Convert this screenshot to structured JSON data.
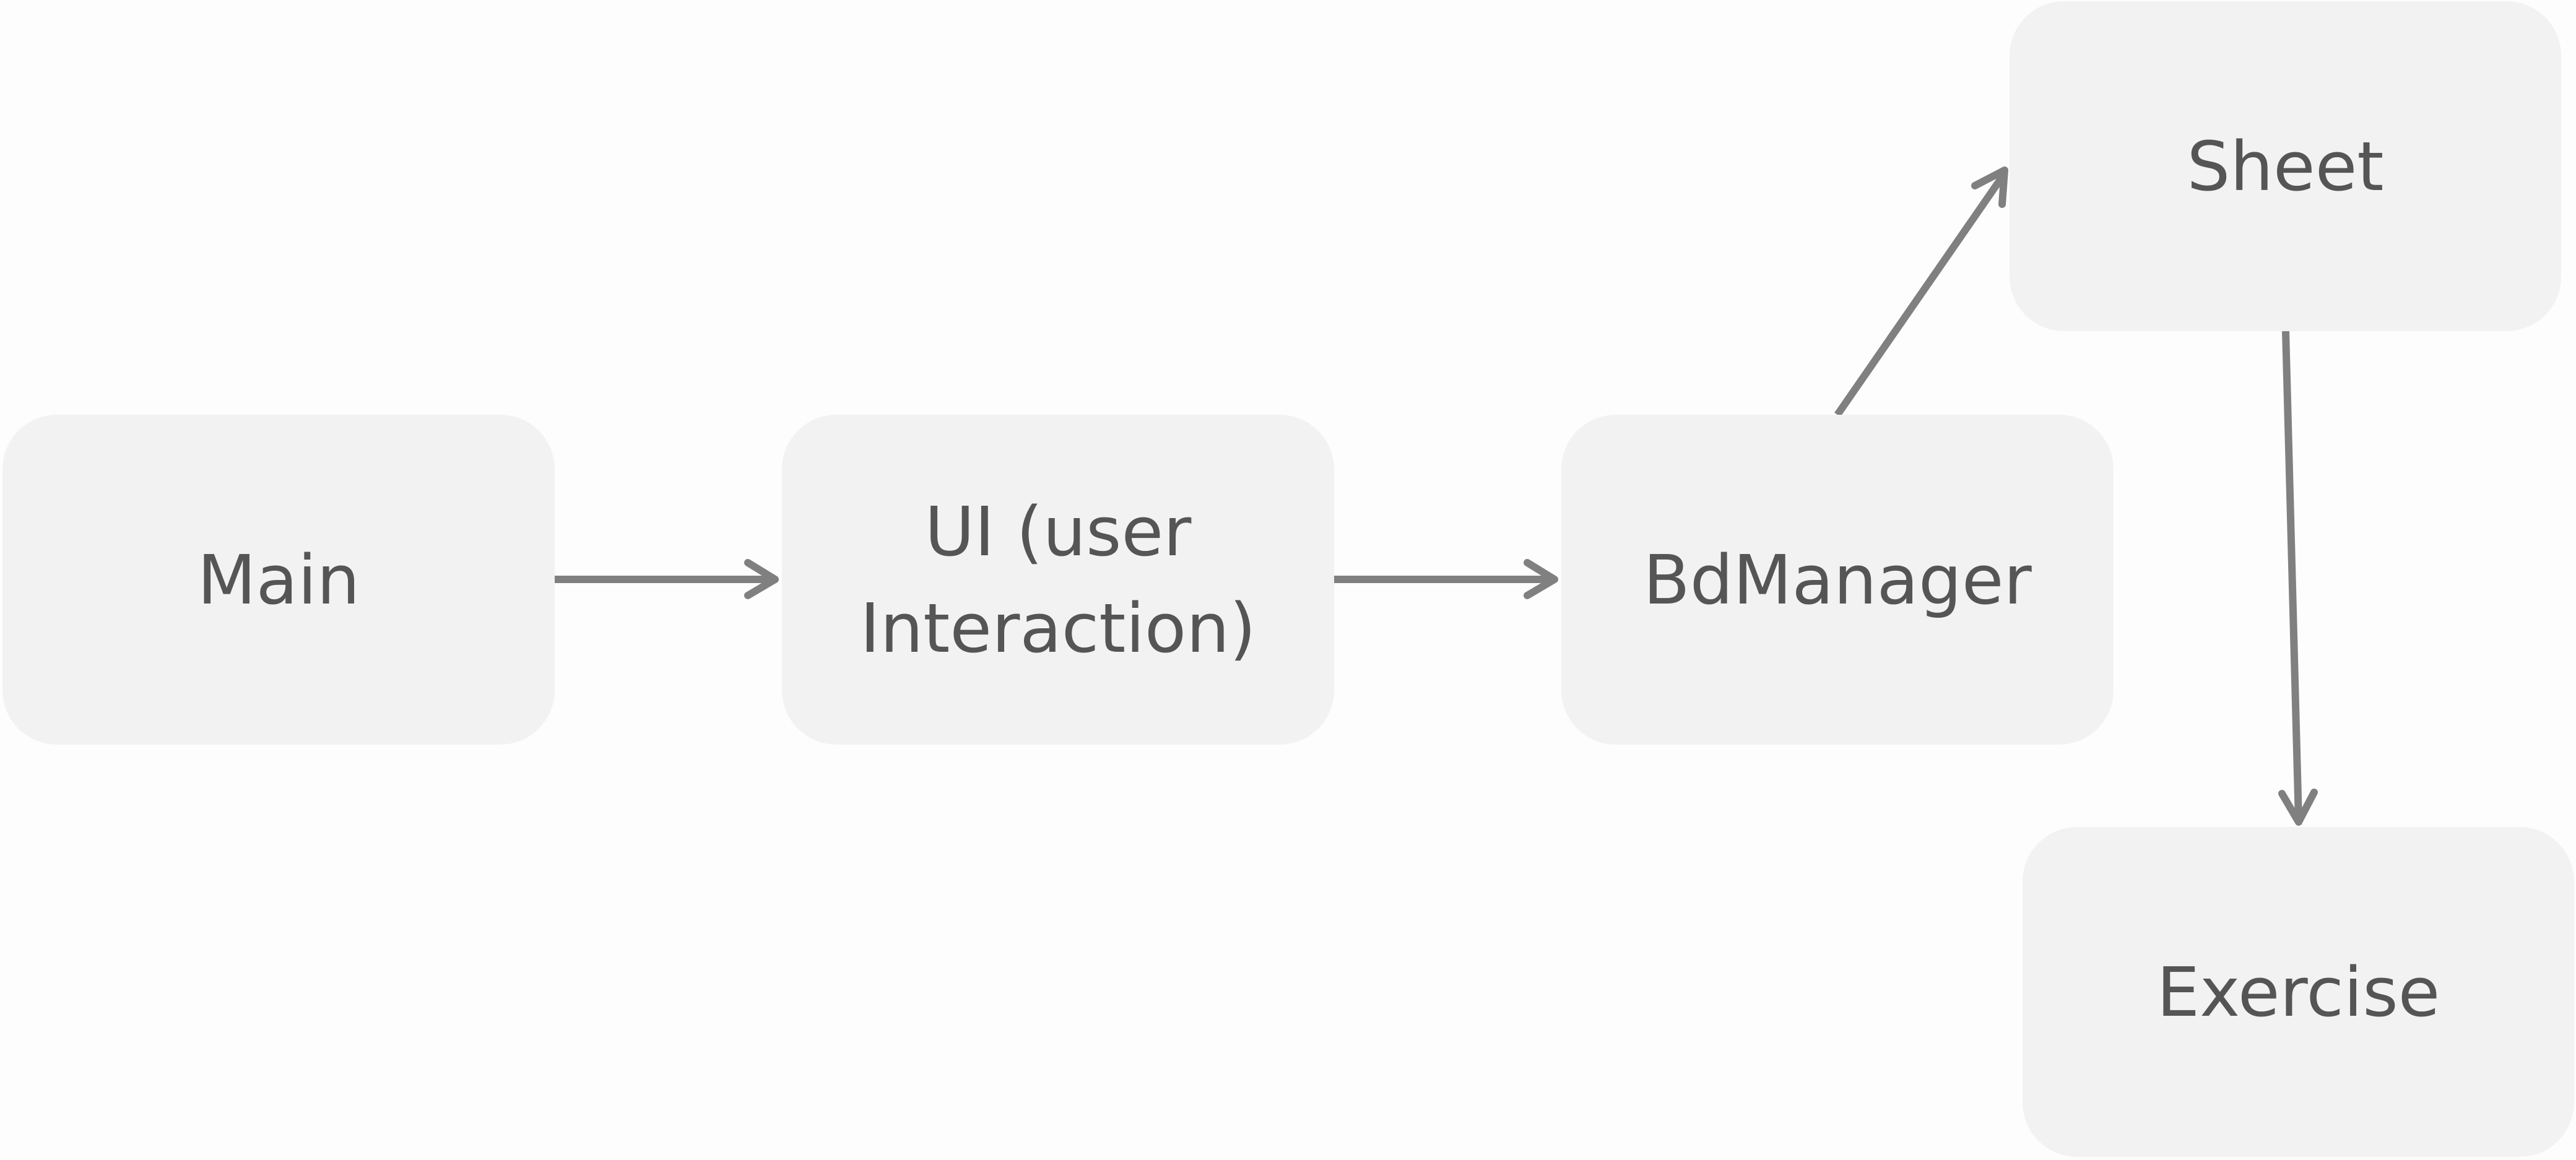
{
  "diagram": {
    "nodes": [
      {
        "id": "main",
        "label": "Main"
      },
      {
        "id": "ui",
        "label": "UI (user Interaction)"
      },
      {
        "id": "bdmanager",
        "label": "BdManager"
      },
      {
        "id": "sheet",
        "label": "Sheet"
      },
      {
        "id": "exercise",
        "label": "Exercise"
      }
    ],
    "edges": [
      {
        "from": "main",
        "to": "ui"
      },
      {
        "from": "ui",
        "to": "bdmanager"
      },
      {
        "from": "bdmanager",
        "to": "sheet"
      },
      {
        "from": "sheet",
        "to": "exercise"
      }
    ],
    "colors": {
      "background": "#fdfdfd",
      "node_fill": "#f2f2f2",
      "text": "#555555",
      "arrow": "#808080"
    }
  }
}
